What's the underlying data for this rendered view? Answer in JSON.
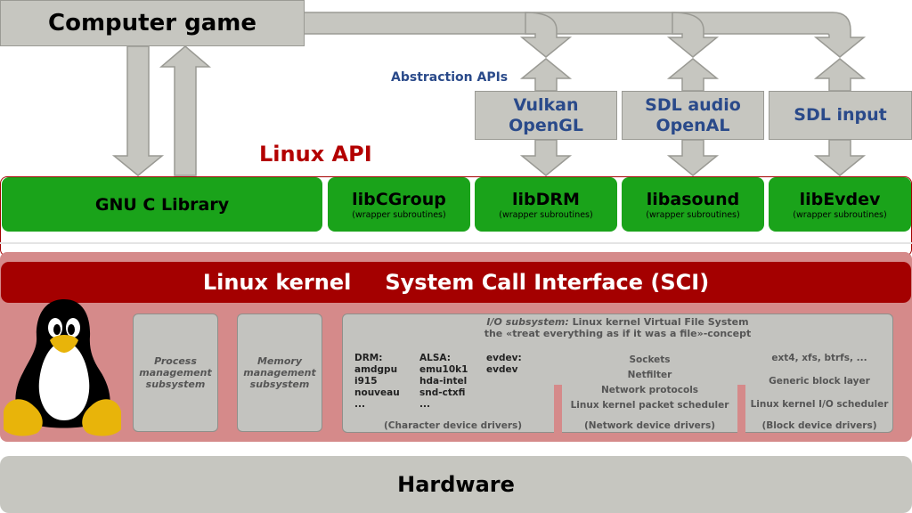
{
  "game": "Computer game",
  "abstraction_label": "Abstraction APIs",
  "api_boxes": [
    {
      "line1": "Vulkan",
      "line2": "OpenGL"
    },
    {
      "line1": "SDL audio",
      "line2": "OpenAL"
    },
    {
      "line1": "SDL input",
      "line2": ""
    }
  ],
  "linux_api": "Linux API",
  "libraries": [
    {
      "name": "GNU C Library",
      "sub": ""
    },
    {
      "name": "libCGroup",
      "sub": "(wrapper subroutines)"
    },
    {
      "name": "libDRM",
      "sub": "(wrapper subroutines)"
    },
    {
      "name": "libasound",
      "sub": "(wrapper subroutines)"
    },
    {
      "name": "libEvdev",
      "sub": "(wrapper subroutines)"
    }
  ],
  "kernel": {
    "name": "Linux kernel",
    "sci": "System Call Interface (SCI)",
    "process": "Process\nmanagement\nsubsystem",
    "memory": "Memory\nmanagement\nsubsystem",
    "io_title_em": "I/O subsystem:",
    "io_title_rest": " Linux kernel Virtual File System",
    "io_subtitle": "the «treat everything as if it was a file»-concept",
    "char_cols": [
      "DRM:\namdgpu\ni915\nnouveau\n...",
      "ALSA:\nemu10k1\nhda-intel\nsnd-ctxfi\n...",
      "evdev:\nevdev"
    ],
    "char_label": "(Character device drivers)",
    "net_items": [
      "Sockets",
      "Netfilter",
      "Network protocols",
      "Linux kernel packet scheduler"
    ],
    "net_label": "(Network device drivers)",
    "block_items": [
      "ext4, xfs, btrfs, ...",
      "Generic block layer",
      "Linux kernel I/O scheduler"
    ],
    "block_label": "(Block device drivers)"
  },
  "hardware": "Hardware",
  "colors": {
    "green": "#1aa31a",
    "kernel_red": "#a40000",
    "kernel_pink": "#d58a8a",
    "grey": "#c6c6c0",
    "api_blue": "#2a4a8a"
  }
}
